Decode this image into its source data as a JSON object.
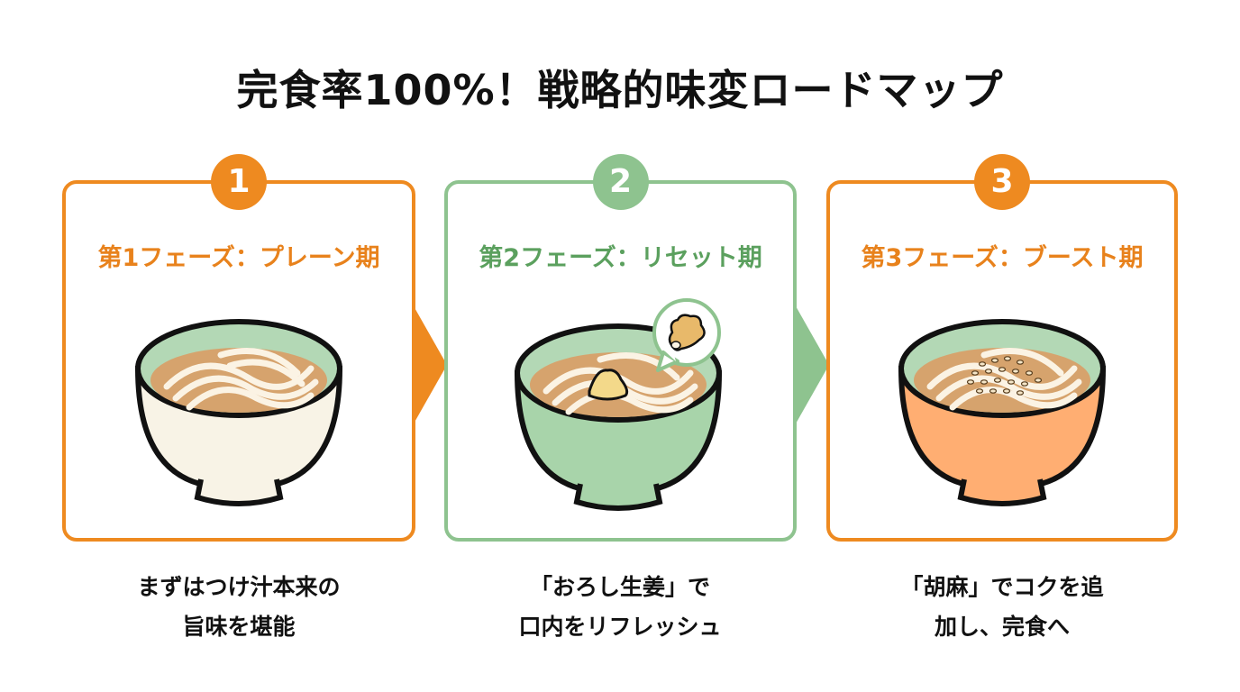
{
  "title": "完食率100%！戦略的味変ロードマップ",
  "colors": {
    "orange": "#EE8A20",
    "green": "#8EC38F",
    "green_text": "#5BA05E",
    "orange_text": "#E8821C",
    "broth": "#D6A36D",
    "noodle": "#FBF3E4",
    "bowl_inner": "#B3D8B5"
  },
  "phases": [
    {
      "number": "1",
      "title": "第1フェーズ：プレーン期",
      "bowl_color": "#F8F3E6",
      "topping": "none",
      "caption_line1": "まずはつけ汁本来の",
      "caption_line2": "旨味を堪能"
    },
    {
      "number": "2",
      "title": "第2フェーズ：リセット期",
      "bowl_color": "#A8D4AA",
      "topping": "grated-ginger",
      "callout_icon": "ginger-icon",
      "caption_line1": "「おろし生姜」で",
      "caption_line2": "口内をリフレッシュ"
    },
    {
      "number": "3",
      "title": "第3フェーズ：ブースト期",
      "bowl_color": "#FFAE72",
      "topping": "sesame-seeds",
      "caption_line1": "「胡麻」でコクを追",
      "caption_line2": "加し、完食へ"
    }
  ]
}
